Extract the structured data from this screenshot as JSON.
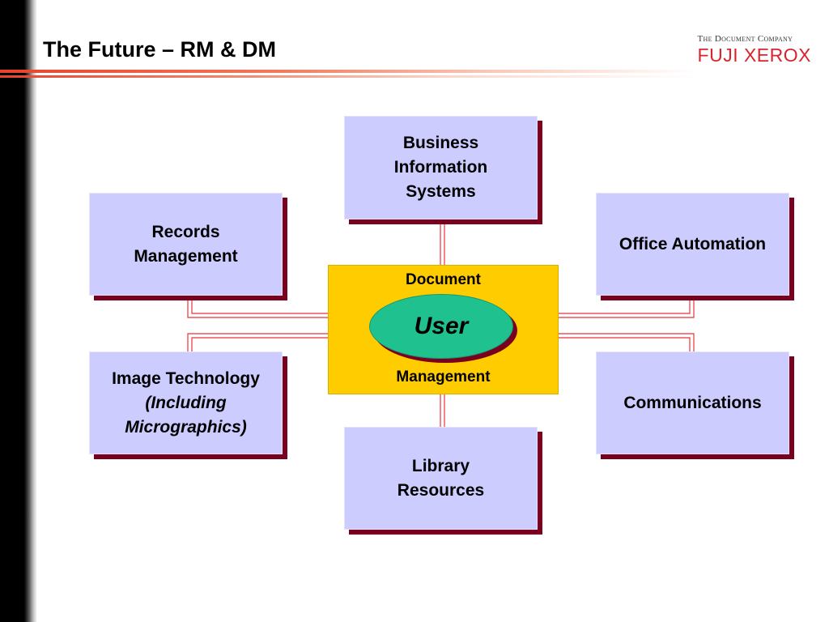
{
  "slide": {
    "title": "The Future – RM & DM",
    "logo_tagline": "The Document Company",
    "logo_brand": "FUJI XEROX"
  },
  "colors": {
    "box_fill": "#ccccff",
    "box_shadow": "#7a0020",
    "panel_fill": "#ffcc00",
    "user_fill": "#1fc28f",
    "connector": "#e8323c",
    "brand_red": "#d9232d"
  },
  "center": {
    "top_label": "Document",
    "bottom_label": "Management",
    "user_label": "User"
  },
  "boxes": {
    "business": [
      "Business",
      "Information",
      "Systems"
    ],
    "records": [
      "Records",
      "Management"
    ],
    "office": [
      "Office Automation"
    ],
    "image": {
      "line1": "Image Technology",
      "line2": "(Including",
      "line3": "Micrographics)"
    },
    "communications": [
      "Communications"
    ],
    "library": [
      "Library",
      "Resources"
    ]
  }
}
